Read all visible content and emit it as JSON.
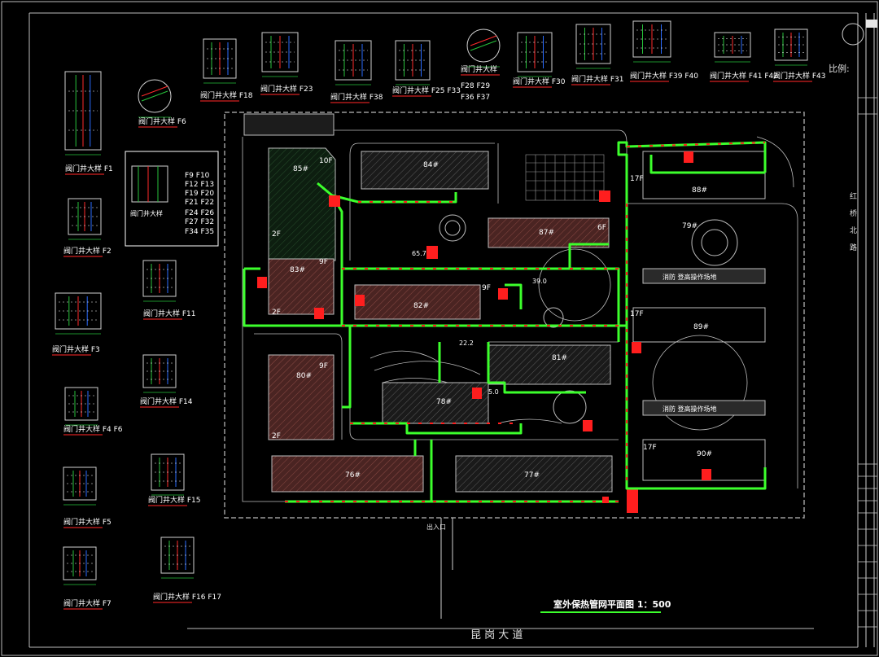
{
  "colors": {
    "background": "#000000",
    "pipe": "#3cff2c",
    "building_fill": "#5b2b28",
    "valve_red": "#ff1e1e",
    "line_white": "#cfcfcf",
    "detail_green": "#27c23b",
    "note_red": "#d42020"
  },
  "title_block": {
    "scale_label": "比例:",
    "road_right": [
      "红",
      "桥",
      "北",
      "路"
    ]
  },
  "drawing": {
    "title": "室外保热管网平面图  1：500",
    "road_bottom": "昆  岗  大  道",
    "entrance": "出入口"
  },
  "details": [
    {
      "label": "阀门井大样",
      "codes": "F1"
    },
    {
      "label": "阀门井大样",
      "codes": "F6"
    },
    {
      "label": "阀门井大样",
      "codes": "F18"
    },
    {
      "label": "阀门井大样",
      "codes": "F23"
    },
    {
      "label": "阀门井大样",
      "codes": "F38"
    },
    {
      "label": "阀门井大样",
      "codes": "F25 F33"
    },
    {
      "label": "",
      "codes": "F28 F29"
    },
    {
      "label": "",
      "codes": "F36 F37"
    },
    {
      "label": "阀门井大样",
      "codes": ""
    },
    {
      "label": "阀门井大样",
      "codes": "F30"
    },
    {
      "label": "阀门井大样",
      "codes": "F31"
    },
    {
      "label": "阀门井大样",
      "codes": "F39 F40"
    },
    {
      "label": "阀门井大样",
      "codes": "F41 F42"
    },
    {
      "label": "阀门井大样",
      "codes": "F43"
    },
    {
      "label": "阀门井大样",
      "codes": "F2"
    },
    {
      "label": "阀门井大样",
      "codes": "F3"
    },
    {
      "label": "阀门井大样",
      "codes": "F4 F6"
    },
    {
      "label": "阀门井大样",
      "codes": "F5"
    },
    {
      "label": "阀门井大样",
      "codes": "F7"
    },
    {
      "label": "阀门井大样",
      "codes": "F11"
    },
    {
      "label": "阀门井大样",
      "codes": "F14"
    },
    {
      "label": "阀门井大样",
      "codes": "F15"
    },
    {
      "label": "阀门井大样",
      "codes": "F16 F17"
    },
    {
      "label": "阀门井大样",
      "codes": ""
    }
  ],
  "box_codes": [
    "F9  F10",
    "F12 F13",
    "F19 F20",
    "F21 F22",
    "F24 F26",
    "F27 F32",
    "F34 F35"
  ],
  "buildings": [
    {
      "name": "85#",
      "floors": "10F"
    },
    {
      "name": "84#",
      "floors": ""
    },
    {
      "name": "83#",
      "floors": "9F"
    },
    {
      "name": "82#",
      "floors": "9F"
    },
    {
      "name": "80#",
      "floors": "9F"
    },
    {
      "name": "87#",
      "floors": "6F"
    },
    {
      "name": "81#",
      "floors": ""
    },
    {
      "name": "79#",
      "floors": ""
    },
    {
      "name": "78#",
      "floors": ""
    },
    {
      "name": "76#",
      "floors": ""
    },
    {
      "name": "77#",
      "floors": ""
    },
    {
      "name": "88#",
      "floors": "17F"
    },
    {
      "name": "89#",
      "floors": "17F"
    },
    {
      "name": "90#",
      "floors": "17F"
    },
    {
      "name": "",
      "floors": "2F"
    }
  ],
  "annotations": {
    "fire_area": "消防 登高操作场地",
    "elev1": "65.7",
    "elev2": "39.0",
    "elev3": "22.2",
    "elev4": "5.0"
  }
}
